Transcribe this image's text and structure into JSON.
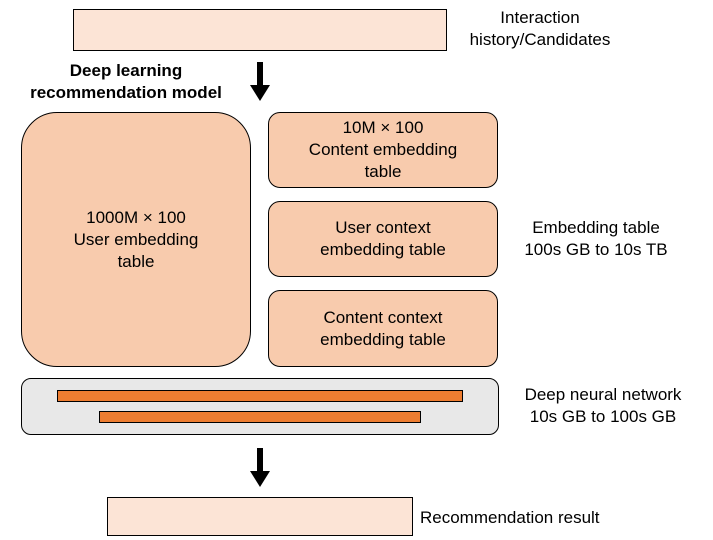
{
  "input_label": [
    "Interaction",
    "history/Candidates"
  ],
  "model_label": [
    "Deep learning",
    "recommendation model"
  ],
  "user_table": [
    "1000M × 100",
    "User embedding",
    "table"
  ],
  "content_table": [
    "10M × 100",
    "Content embedding",
    "table"
  ],
  "user_context_table": [
    "User context",
    "embedding table"
  ],
  "content_context_table": [
    "Content context",
    "embedding table"
  ],
  "embedding_note": [
    "Embedding table",
    "100s GB to 10s TB"
  ],
  "dnn_note": [
    "Deep neural network",
    "10s GB to 100s GB"
  ],
  "output_label": "Recommendation result",
  "colors": {
    "light_fill": "#fce4d6",
    "mid_fill": "#f8cbad",
    "bar_fill": "#ed7d31",
    "dnn_fill": "#e8e8e8"
  }
}
